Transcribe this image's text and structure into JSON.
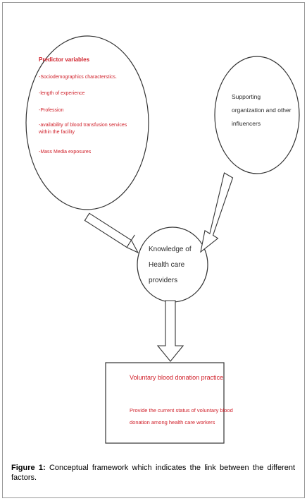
{
  "predictor": {
    "title": "Predictor variables",
    "items": [
      "-Sociodemographics characterstics.",
      "-length of experience",
      "-Profession",
      "-availability of blood transfusion services within the facility",
      "-Mass Media exposures"
    ]
  },
  "supporting": {
    "text": "Supporting organization and other influencers"
  },
  "knowledge": {
    "text": "Knowledge of Health care providers"
  },
  "outcome": {
    "title": "Voluntary blood donation practice",
    "subtitle": "Provide the current status of voluntary blood donation among health care workers"
  },
  "caption": {
    "label": "Figure 1:",
    "text": "Conceptual framework which indicates the link between the different factors."
  },
  "colors": {
    "predictor_text": "#d0202a",
    "other_text": "#2a2a2a",
    "outline": "#333333"
  }
}
